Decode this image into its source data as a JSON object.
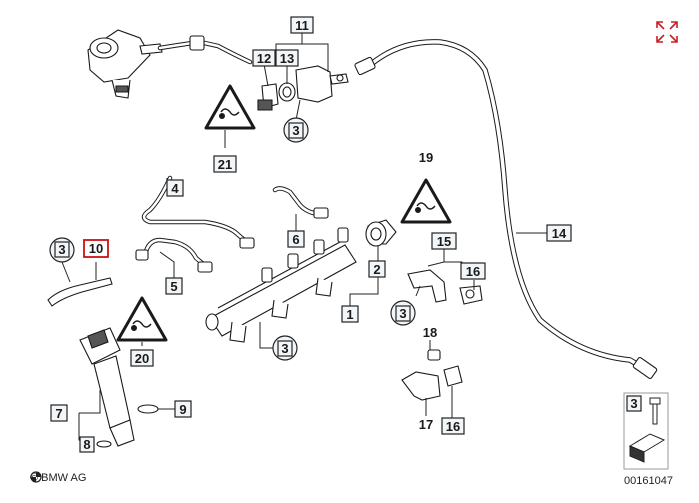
{
  "copyright": "© BMW AG",
  "diagram_number": "00161047",
  "icons": {
    "fullscreen": "expand-arrows-icon",
    "warning": "warning-triangle-icon",
    "brand": "bmw-roundel-icon"
  },
  "colors": {
    "highlight": "#cc1111",
    "fullscreen_icon": "#c8202a"
  },
  "callouts": {
    "c1": "1",
    "c2": "2",
    "c3a": "3",
    "c3b": "3",
    "c3c": "3",
    "c3d": "3",
    "c3e": "3",
    "c4": "4",
    "c5": "5",
    "c6": "6",
    "c7": "7",
    "c8": "8",
    "c9": "9",
    "c10": "10",
    "c11": "11",
    "c12": "12",
    "c13": "13",
    "c14": "14",
    "c15": "15",
    "c16a": "16",
    "c16b": "16",
    "c17": "17",
    "c18": "18",
    "c19": "19",
    "c20": "20",
    "c21": "21"
  },
  "selected_part": "10"
}
